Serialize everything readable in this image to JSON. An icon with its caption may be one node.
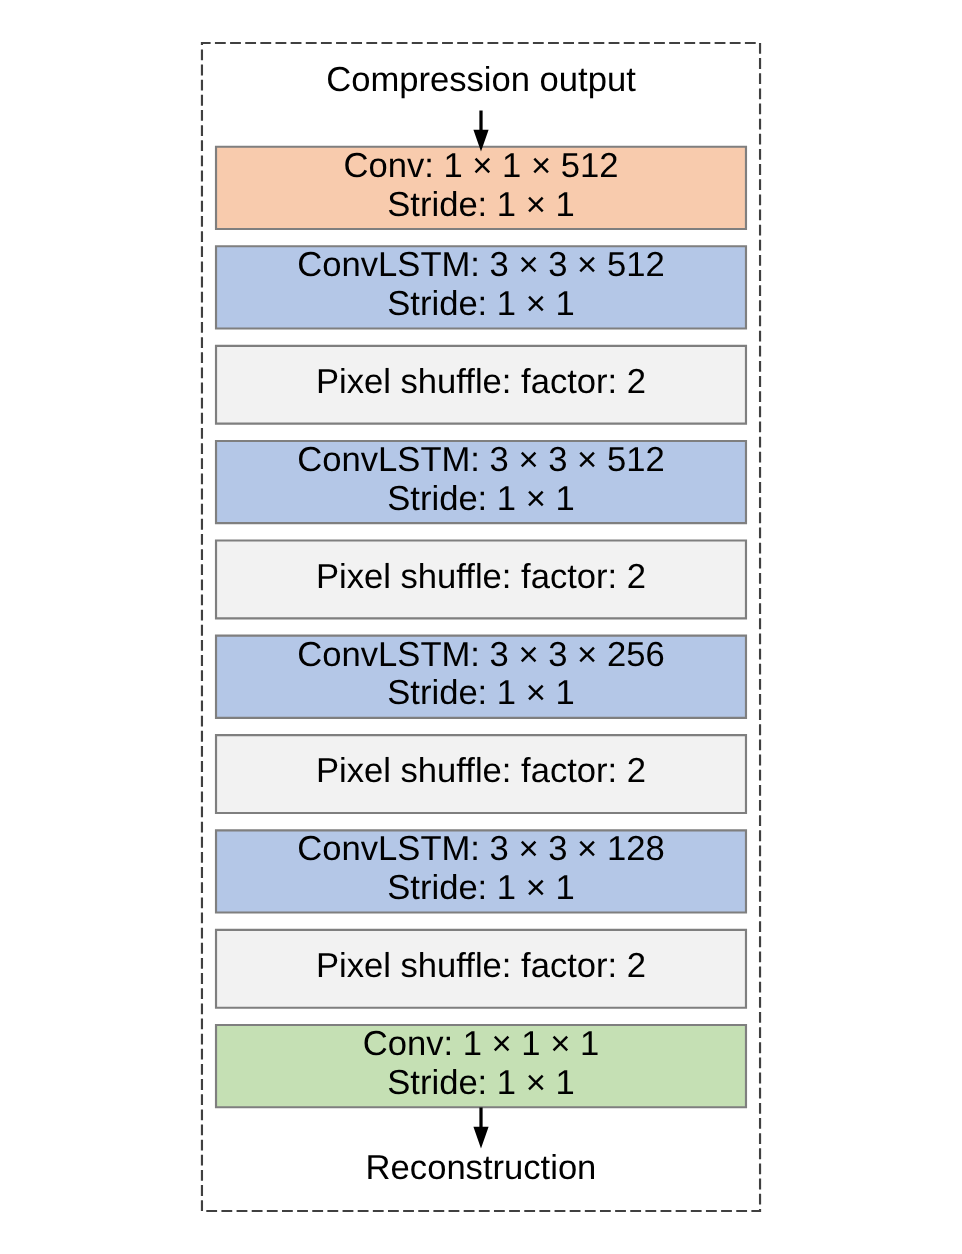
{
  "diagram": {
    "nodes": [
      {
        "text": [],
        "shape": "box"
      },
      {
        "text": [
          "Compression output"
        ],
        "in": 0
      },
      {
        "text": [
          "Conv: 1 × 1 × 512",
          "Stride: 1 × 1"
        ],
        "in": 0
      },
      {
        "text": [
          "ConvLSTM: 3 × 3 × 512",
          "Stride: 1 × 1"
        ],
        "in": 0
      },
      {
        "text": [
          "Pixel shuffle: factor: 2"
        ],
        "in": 0
      },
      {
        "text": [
          "ConvLSTM: 3 × 3 × 512",
          "Stride: 1 × 1"
        ],
        "in": 0
      },
      {
        "text": [
          "Pixel shuffle: factor: 2"
        ],
        "in": 0
      },
      {
        "text": [
          "ConvLSTM: 3 × 3 × 256",
          "Stride: 1 × 1"
        ],
        "in": 0
      },
      {
        "text": [
          "Pixel shuffle: factor: 2"
        ],
        "in": 0
      },
      {
        "text": [
          "ConvLSTM: 3 × 3 × 128",
          "Stride: 1 × 1"
        ],
        "in": 0
      },
      {
        "text": [
          "Pixel shuffle: factor: 2"
        ],
        "in": 0
      },
      {
        "text": [
          "Conv: 1 × 1 × 1",
          "Stride: 1 × 1"
        ],
        "in": 0
      },
      {
        "text": [
          "Reconstruction"
        ],
        "in": 0
      }
    ],
    "edges": [
      {
        "from": 1,
        "to": 2,
        "arrow": "to"
      },
      {
        "from": 11,
        "to": 12,
        "arrow": "to"
      }
    ]
  }
}
